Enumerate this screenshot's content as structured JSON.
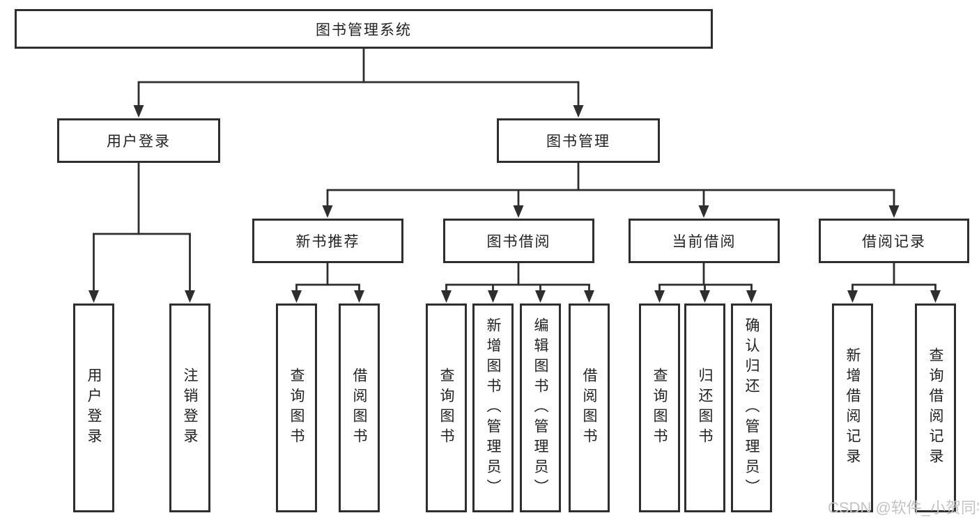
{
  "diagram": {
    "root": {
      "label": "图书管理系统"
    },
    "branches": [
      {
        "label": "用户登录",
        "children": [
          {
            "label": "用户登录"
          },
          {
            "label": "注销登录"
          }
        ]
      },
      {
        "label": "图书管理",
        "children": [
          {
            "label": "新书推荐",
            "children": [
              {
                "label": "查询图书"
              },
              {
                "label": "借阅图书"
              }
            ]
          },
          {
            "label": "图书借阅",
            "children": [
              {
                "label": "查询图书"
              },
              {
                "label": "新增图书（管理员）"
              },
              {
                "label": "编辑图书（管理员）"
              },
              {
                "label": "借阅图书"
              }
            ]
          },
          {
            "label": "当前借阅",
            "children": [
              {
                "label": "查询图书"
              },
              {
                "label": "归还图书"
              },
              {
                "label": "确认归还（管理员）"
              }
            ]
          },
          {
            "label": "借阅记录",
            "children": [
              {
                "label": "新增借阅记录"
              },
              {
                "label": "查询借阅记录"
              }
            ]
          }
        ]
      }
    ]
  },
  "watermark": {
    "text": "CSDN @软件_小贺同学",
    "color": "#c3c3c3"
  },
  "colors": {
    "line": "#2e2e2e",
    "text": "#222222",
    "background": "#ffffff"
  }
}
